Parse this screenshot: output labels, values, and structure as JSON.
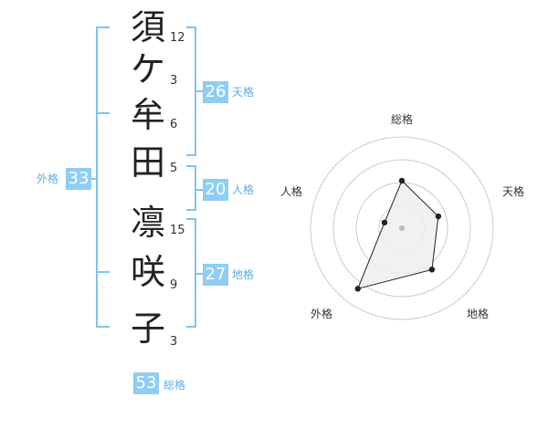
{
  "name_chars": [
    {
      "char": "須",
      "strokes": "12"
    },
    {
      "char": "ケ",
      "strokes": "3"
    },
    {
      "char": "牟",
      "strokes": "6"
    },
    {
      "char": "田",
      "strokes": "5"
    },
    {
      "char": "凛",
      "strokes": "15"
    },
    {
      "char": "咲",
      "strokes": "9"
    },
    {
      "char": "子",
      "strokes": "3"
    }
  ],
  "kaku": {
    "tenkaku": {
      "value": "26",
      "label": "天格"
    },
    "jinkaku": {
      "value": "20",
      "label": "人格"
    },
    "chikaku": {
      "value": "27",
      "label": "地格"
    },
    "gaikaku": {
      "value": "33",
      "label": "外格"
    },
    "soukaku": {
      "value": "53",
      "label": "総格"
    }
  },
  "chart_data": {
    "type": "radar",
    "axes": [
      "総格",
      "天格",
      "地格",
      "外格",
      "人格"
    ],
    "values": [
      2.6,
      2.1,
      2.8,
      4.1,
      1.0
    ],
    "max": 5,
    "rings": 4,
    "colors": {
      "fill": "#efefef",
      "stroke": "#222222",
      "grid": "#cccccc",
      "center": "#bbbbbb"
    }
  },
  "colors": {
    "accent": "#8dcdf6",
    "bracket": "#7fc4f0",
    "label": "#5aaee6"
  }
}
